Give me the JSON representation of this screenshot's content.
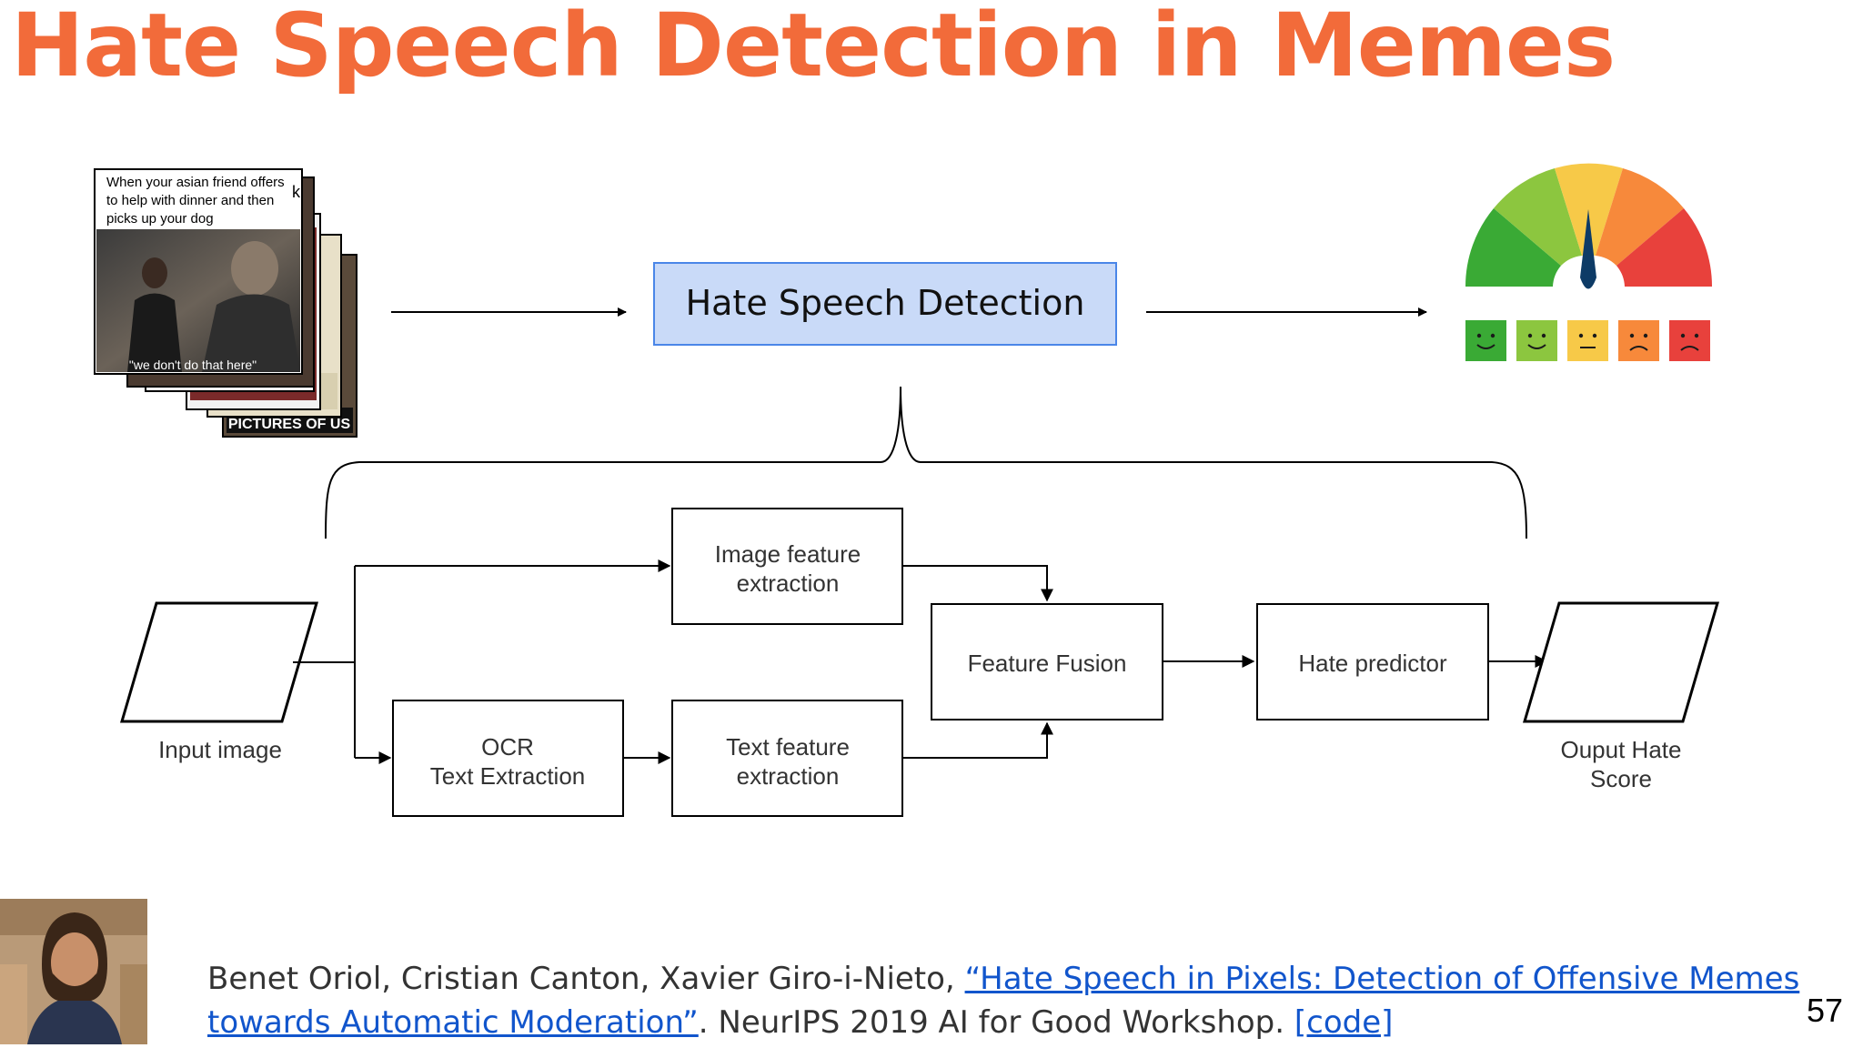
{
  "slide": {
    "title": "Hate Speech Detection in Memes",
    "page_number": "57"
  },
  "pipeline": {
    "top_box_label": "Hate Speech Detection"
  },
  "meme": {
    "caption_lines": [
      "When your asian friend offers",
      "to help with dinner and then",
      "picks up your dog"
    ],
    "quote": "\"we don't do that here\"",
    "back_caption": "PICTURES OF US",
    "peek_char": "k"
  },
  "meter": {
    "colors": [
      "#3aaa35",
      "#8cc63f",
      "#f7c948",
      "#f7893b",
      "#e8413c"
    ],
    "faces": [
      "happy",
      "happy",
      "neutral",
      "sad",
      "sad"
    ]
  },
  "flow": {
    "input_label": "Input image",
    "image_feature": [
      "Image feature",
      "extraction"
    ],
    "ocr": [
      "OCR",
      "Text Extraction"
    ],
    "text_feature": [
      "Text feature",
      "extraction"
    ],
    "fusion": "Feature Fusion",
    "predictor": "Hate predictor",
    "output_label": [
      "Ouput Hate",
      "Score"
    ]
  },
  "citation": {
    "authors": "Benet Oriol, Cristian Canton, Xavier Giro-i-Nieto, ",
    "paper_link_line1": "“Hate Speech in Pixels: Detection of Offensive Memes",
    "paper_link_line2": "towards Automatic Moderation”",
    "venue": ". NeurIPS 2019 AI for Good Workshop. ",
    "code_link": "[code]"
  },
  "colors": {
    "title": "#f26b3a",
    "box_fill": "#c9daf8",
    "box_stroke": "#4a86e8",
    "link": "#1155cc",
    "needle": "#0d3b66"
  }
}
